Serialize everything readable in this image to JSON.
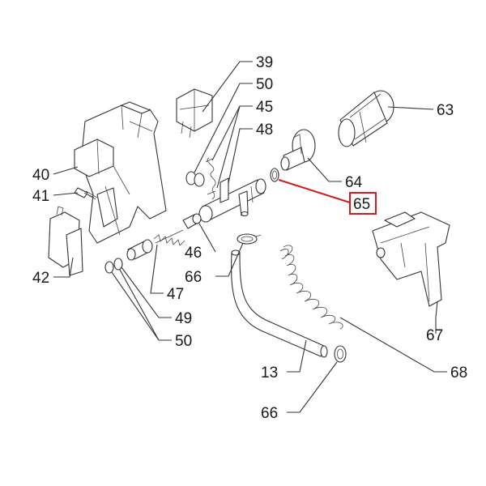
{
  "diagram": {
    "highlight_color": "#d21a1a",
    "line_color": "#333333",
    "labels": {
      "p39": "39",
      "p50a": "50",
      "p45": "45",
      "p48": "48",
      "p63": "63",
      "p40": "40",
      "p41": "41",
      "p42": "42",
      "p64": "64",
      "p65": "65",
      "p46": "46",
      "p66a": "66",
      "p47": "47",
      "p49": "49",
      "p50b": "50",
      "p67": "67",
      "p13": "13",
      "p68": "68",
      "p66b": "66"
    },
    "highlighted": "65"
  }
}
